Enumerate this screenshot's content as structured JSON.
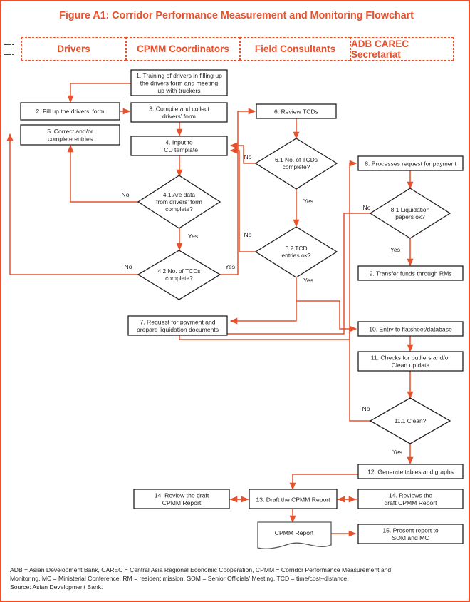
{
  "figure": {
    "title": "Figure A1: Corridor Performance Measurement and Monitoring Flowchart",
    "accent_color": "#E8512C",
    "node_color": "#231f20",
    "background": "#ffffff"
  },
  "swimlanes": [
    {
      "id": "drivers",
      "label": "Drivers"
    },
    {
      "id": "cpmm-coordinators",
      "label": "CPMM Coordinators"
    },
    {
      "id": "field-consultants",
      "label": "Field Consultants"
    },
    {
      "id": "adb-carec-secretariat",
      "label": "ADB CAREC Secretariat"
    }
  ],
  "nodes": [
    {
      "id": "n1",
      "lane": "cpmm-coordinators",
      "type": "process",
      "lines": [
        "1. Training of drivers in filling up",
        "the drivers form and meeting",
        "up with truckers"
      ]
    },
    {
      "id": "n2",
      "lane": "drivers",
      "type": "process",
      "lines": [
        "2. Fill up the drivers’ form"
      ]
    },
    {
      "id": "n3",
      "lane": "cpmm-coordinators",
      "type": "process",
      "lines": [
        "3. Compile and collect",
        "drivers’ form"
      ]
    },
    {
      "id": "n4",
      "lane": "cpmm-coordinators",
      "type": "process",
      "lines": [
        "4. Input to",
        "TCD template"
      ]
    },
    {
      "id": "n5",
      "lane": "drivers",
      "type": "process",
      "lines": [
        "5. Correct and/or",
        "complete entries"
      ]
    },
    {
      "id": "n41",
      "lane": "cpmm-coordinators",
      "type": "decision",
      "lines": [
        "4.1 Are data",
        "from drivers’ form",
        "complete?"
      ]
    },
    {
      "id": "n42",
      "lane": "cpmm-coordinators",
      "type": "decision",
      "lines": [
        "4.2 No. of TCDs",
        "complete?"
      ]
    },
    {
      "id": "n6",
      "lane": "field-consultants",
      "type": "process",
      "lines": [
        "6. Review TCDs"
      ]
    },
    {
      "id": "n61",
      "lane": "field-consultants",
      "type": "decision",
      "lines": [
        "6.1 No. of TCDs",
        "complete?"
      ]
    },
    {
      "id": "n62",
      "lane": "field-consultants",
      "type": "decision",
      "lines": [
        "6.2 TCD",
        "entries ok?"
      ]
    },
    {
      "id": "n7",
      "lane": "cpmm-coordinators",
      "type": "process",
      "lines": [
        "7. Request for payment and",
        "prepare liquidation documents"
      ]
    },
    {
      "id": "n8",
      "lane": "adb-carec-secretariat",
      "type": "process",
      "lines": [
        "8. Processes request for payment"
      ]
    },
    {
      "id": "n81",
      "lane": "adb-carec-secretariat",
      "type": "decision",
      "lines": [
        "8.1 Liquidation",
        "papers ok?"
      ]
    },
    {
      "id": "n9",
      "lane": "adb-carec-secretariat",
      "type": "process",
      "lines": [
        "9. Transfer funds through RMs"
      ]
    },
    {
      "id": "n10",
      "lane": "adb-carec-secretariat",
      "type": "process",
      "lines": [
        "10. Entry to flatsheet/database"
      ]
    },
    {
      "id": "n11",
      "lane": "adb-carec-secretariat",
      "type": "process",
      "lines": [
        "11. Checks for outliers and/or",
        "Clean up data"
      ]
    },
    {
      "id": "n111",
      "lane": "adb-carec-secretariat",
      "type": "decision",
      "lines": [
        "11.1 Clean?"
      ]
    },
    {
      "id": "n12",
      "lane": "adb-carec-secretariat",
      "type": "process",
      "lines": [
        "12. Generate tables and graphs"
      ]
    },
    {
      "id": "n13",
      "lane": "field-consultants",
      "type": "process",
      "lines": [
        "13. Draft the CPMM Report"
      ]
    },
    {
      "id": "n14a",
      "lane": "cpmm-coordinators",
      "type": "process",
      "lines": [
        "14. Review the draft",
        "CPMM Report"
      ]
    },
    {
      "id": "n14b",
      "lane": "adb-carec-secretariat",
      "type": "process",
      "lines": [
        "14. Reviews the",
        "draft CPMM Report"
      ]
    },
    {
      "id": "ndoc",
      "lane": "field-consultants",
      "type": "document",
      "lines": [
        "CPMM Report"
      ]
    },
    {
      "id": "n15",
      "lane": "adb-carec-secretariat",
      "type": "process",
      "lines": [
        "15. Present report to",
        "SOM and MC"
      ]
    }
  ],
  "edge_labels": [
    {
      "id": "lbl-41-no",
      "text": "No"
    },
    {
      "id": "lbl-41-yes",
      "text": "Yes"
    },
    {
      "id": "lbl-42-no",
      "text": "No"
    },
    {
      "id": "lbl-42-yes",
      "text": "Yes"
    },
    {
      "id": "lbl-61-no",
      "text": "No"
    },
    {
      "id": "lbl-61-yes",
      "text": "Yes"
    },
    {
      "id": "lbl-62-no",
      "text": "No"
    },
    {
      "id": "lbl-62-yes",
      "text": "Yes"
    },
    {
      "id": "lbl-81-no",
      "text": "No"
    },
    {
      "id": "lbl-81-yes",
      "text": "Yes"
    },
    {
      "id": "lbl-111-no",
      "text": "No"
    },
    {
      "id": "lbl-111-yes",
      "text": "Yes"
    }
  ],
  "footer": {
    "abbreviations_line1": "ADB = Asian Development Bank, CAREC = Central Asia Regional Economic Cooperation, CPMM = Corridor Performance Measurement and",
    "abbreviations_line2": "Monitoring, MC = Ministerial Conference, RM = resident mission, SOM = Senior Officials’ Meeting, TCD = time/cost–distance.",
    "source": "Source: Asian Development Bank."
  }
}
